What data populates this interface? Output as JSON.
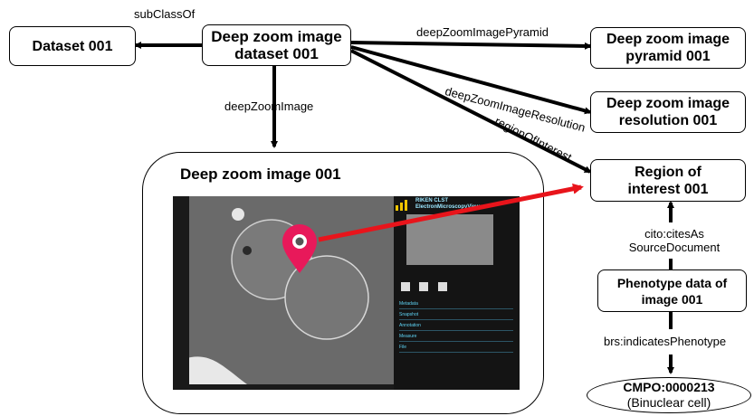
{
  "nodes": {
    "dataset": "Dataset 001",
    "dzi_dataset": [
      "Deep zoom image",
      "dataset 001"
    ],
    "pyramid": [
      "Deep zoom image",
      "pyramid 001"
    ],
    "resolution": [
      "Deep zoom image",
      "resolution 001"
    ],
    "roi": [
      "Region of",
      "interest 001"
    ],
    "dzi": "Deep zoom image 001",
    "phenotype": [
      "Phenotype data of",
      "image 001"
    ],
    "cmpo": [
      "CMPO:0000213",
      "(Binuclear cell)"
    ]
  },
  "edges": {
    "subclass": "subClassOf",
    "pyramid": "deepZoomImagePyramid",
    "resolution": "deepZoomImageResolution",
    "roi": "regionOfInterest",
    "dzi": "deepZoomImage",
    "cites": [
      "cito:citesAs",
      "SourceDocument"
    ],
    "indicates": "brs:indicatesPhenotype"
  },
  "viewer": {
    "brand": [
      "RIKEN CLST",
      "ElectronMicroscopyViewer"
    ],
    "menu": [
      "Metadata",
      "Snapshot",
      "Annotation",
      "Measure",
      "File"
    ]
  },
  "colors": {
    "arrow": "#e8141b",
    "pin": "#e8195a",
    "line": "#000000"
  }
}
